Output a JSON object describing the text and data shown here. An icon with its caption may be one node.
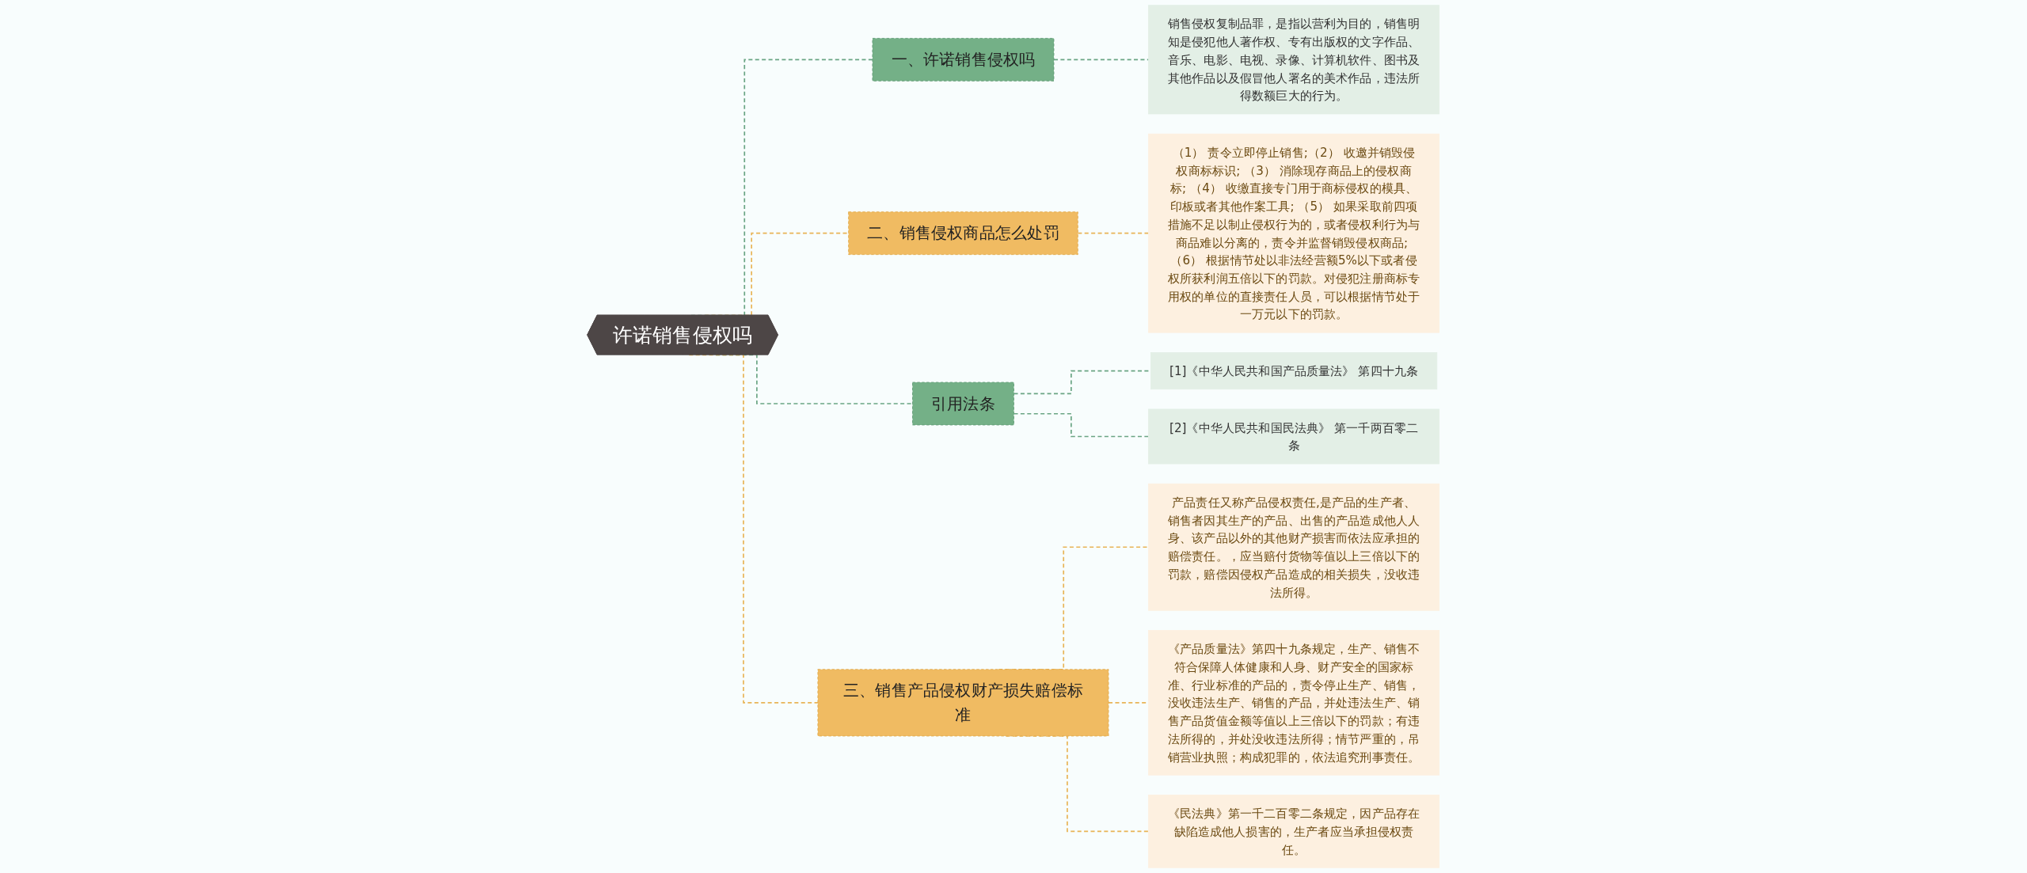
{
  "diagram": {
    "nodes": [
      {
        "text": [
          "许诺销售侵权吗"
        ]
      },
      {
        "text": [
          "一、许诺销售侵权吗"
        ]
      },
      {
        "text": [
          "销售侵权复制品罪，是指以营利为目的，销售明知是侵犯他人著作权、专有出版权的文字作品、音乐、电影、电视、录像、计算机软件、图书及其他作品以及假冒他人署名的美术作品，违法所得数额巨大的行为。"
        ]
      },
      {
        "text": [
          "二、销售侵权商品怎么处罚"
        ]
      },
      {
        "text": [
          "（1） 责令立即停止销售;（2） 收邀并销毁侵权商标标识; （3） 消除现存商品上的侵权商标; （4） 收缴直接专门用于商标侵权的模具、印板或者其他作案工具; （5） 如果采取前四项措施不足以制止侵权行为的，或者侵权利行为与商品难以分离的，责令并监督销毁侵权商品; （6） 根据情节处以非法经营额5%以下或者侵权所获利润五倍以下的罚款。对侵犯注册商标专用权的单位的直接责任人员，可以根据情节处于一万元以下的罚款。"
        ]
      },
      {
        "text": [
          "引用法条"
        ]
      },
      {
        "text": [
          "[1]《中华人民共和国产品质量法》 第四十九条"
        ]
      },
      {
        "text": [
          "[2]《中华人民共和国民法典》 第一千两百零二条"
        ]
      },
      {
        "text": [
          "三、销售产品侵权财产损失赔偿标准"
        ]
      },
      {
        "text": [
          "产品责任又称产品侵权责任,是产品的生产者、销售者因其生产的产品、出售的产品造成他人人身、该产品以外的其他财产损害而依法应承担的赔偿责任。，应当赔付货物等值以上三倍以下的罚款，赔偿因侵权产品造成的相关损失，没收违法所得。"
        ]
      },
      {
        "text": [
          "《产品质量法》第四十九条规定，生产、销售不符合保障人体健康和人身、财产安全的国家标准、行业标准的产品的，责令停止生产、销售，没收违法生产、销售的产品，并处违法生产、销售产品货值金额等值以上三倍以下的罚款；有违法所得的，并处没收违法所得；情节严重的，吊销营业执照；构成犯罪的，依法追究刑事责任。"
        ]
      },
      {
        "text": [
          "《民法典》第一千二百零二条规定，因产品存在缺陷造成他人损害的，生产者应当承担侵权责任。"
        ]
      }
    ],
    "edges": [
      {
        "from": 0,
        "to": 1,
        "arrow": "none",
        "style": "dashed",
        "color": "#6aa584"
      },
      {
        "from": 1,
        "to": 2,
        "arrow": "none",
        "style": "dashed",
        "color": "#6aa584"
      },
      {
        "from": 0,
        "to": 3,
        "arrow": "none",
        "style": "dashed"
      },
      {
        "from": 3,
        "to": 4,
        "arrow": "none",
        "style": "dashed"
      },
      {
        "from": 0,
        "to": 5,
        "arrow": "none",
        "style": "dashed",
        "color": "#6aa584"
      },
      {
        "from": 5,
        "to": 6,
        "arrow": "none",
        "style": "dashed",
        "color": "#6aa584"
      },
      {
        "from": 5,
        "to": 7,
        "arrow": "none",
        "style": "dashed",
        "color": "#6aa584"
      },
      {
        "from": 0,
        "to": 8,
        "arrow": "none",
        "style": "dashed"
      },
      {
        "from": 8,
        "to": 9,
        "arrow": "none",
        "style": "dashed"
      },
      {
        "from": 8,
        "to": 10,
        "arrow": "none",
        "style": "dashed"
      },
      {
        "from": 8,
        "to": 11,
        "arrow": "none",
        "style": "dashed"
      }
    ]
  }
}
